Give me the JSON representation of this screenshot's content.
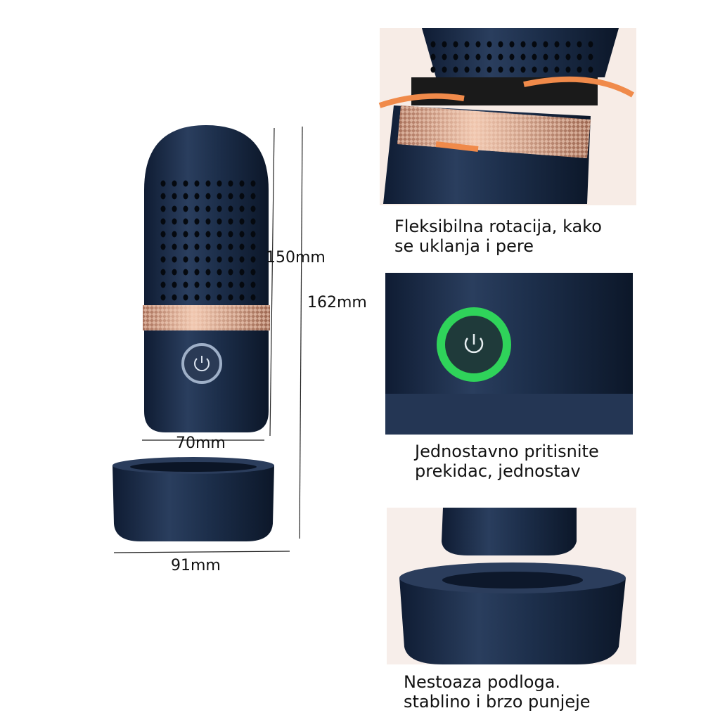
{
  "dimensions": {
    "body_height": "150mm",
    "total_height": "162mm",
    "body_width": "70mm",
    "base_width": "91mm"
  },
  "captions": [
    {
      "line1": "Fleksibilna rotacija, kako",
      "line2": "se uklanja i pere"
    },
    {
      "line1": "Jednostavno pritisnite",
      "line2": "prekidac, jednostav"
    },
    {
      "line1": "Nestoaza podloga.",
      "line2": "stablino i brzo punjeje"
    }
  ],
  "colors": {
    "body": "#1c2e4a",
    "ring": "#d9a58c",
    "power_glow": "#2fd35a"
  }
}
